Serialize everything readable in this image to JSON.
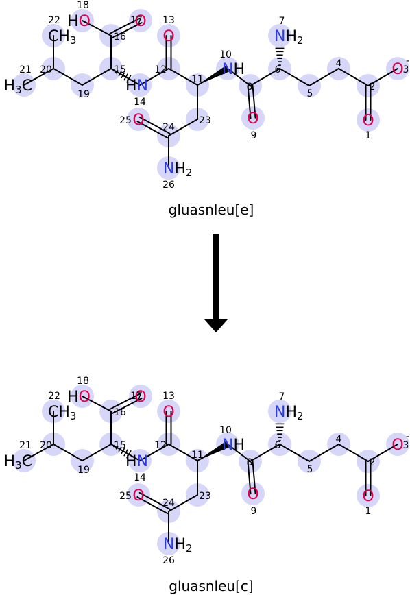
{
  "colors": {
    "highlight": "#d6d6f8",
    "oxygen": "#e0004e",
    "nitrogen": "#2a3bd8",
    "carbon": "#000000",
    "arrow": "#000000"
  },
  "panels": [
    {
      "caption": "gluasnleu[e]",
      "atoms": [
        {
          "num": "1",
          "label": "O"
        },
        {
          "num": "2",
          "label": ""
        },
        {
          "num": "3",
          "label": "O",
          "charge": "-"
        },
        {
          "num": "4",
          "label": ""
        },
        {
          "num": "5",
          "label": ""
        },
        {
          "num": "6",
          "label": ""
        },
        {
          "num": "7",
          "label": "NH",
          "sub": "2"
        },
        {
          "num": "8",
          "label": ""
        },
        {
          "num": "9",
          "label": "O"
        },
        {
          "num": "10",
          "label": "NH"
        },
        {
          "num": "11",
          "label": ""
        },
        {
          "num": "12",
          "label": ""
        },
        {
          "num": "13",
          "label": "O"
        },
        {
          "num": "14",
          "label": "HN"
        },
        {
          "num": "15",
          "label": ""
        },
        {
          "num": "16",
          "label": ""
        },
        {
          "num": "17",
          "label": "O"
        },
        {
          "num": "18",
          "label": "HO"
        },
        {
          "num": "19",
          "label": ""
        },
        {
          "num": "20",
          "label": ""
        },
        {
          "num": "21",
          "label": "H3C"
        },
        {
          "num": "22",
          "label": "CH3"
        },
        {
          "num": "23",
          "label": ""
        },
        {
          "num": "24",
          "label": ""
        },
        {
          "num": "25",
          "label": "O"
        },
        {
          "num": "26",
          "label": "NH",
          "sub": "2"
        }
      ]
    },
    {
      "caption": "gluasnleu[c]",
      "atoms": [
        {
          "num": "1",
          "label": "O"
        },
        {
          "num": "2",
          "label": ""
        },
        {
          "num": "3",
          "label": "O",
          "charge": "-"
        },
        {
          "num": "4",
          "label": ""
        },
        {
          "num": "5",
          "label": ""
        },
        {
          "num": "6",
          "label": ""
        },
        {
          "num": "7",
          "label": "NH",
          "sub": "2"
        },
        {
          "num": "8",
          "label": ""
        },
        {
          "num": "9",
          "label": "O"
        },
        {
          "num": "10",
          "label": "NH"
        },
        {
          "num": "11",
          "label": ""
        },
        {
          "num": "12",
          "label": ""
        },
        {
          "num": "13",
          "label": "O"
        },
        {
          "num": "14",
          "label": "HN"
        },
        {
          "num": "15",
          "label": ""
        },
        {
          "num": "16",
          "label": ""
        },
        {
          "num": "17",
          "label": "O"
        },
        {
          "num": "18",
          "label": "HO"
        },
        {
          "num": "19",
          "label": ""
        },
        {
          "num": "20",
          "label": ""
        },
        {
          "num": "21",
          "label": "H3C"
        },
        {
          "num": "22",
          "label": "CH3"
        },
        {
          "num": "23",
          "label": ""
        },
        {
          "num": "24",
          "label": ""
        },
        {
          "num": "25",
          "label": "O"
        },
        {
          "num": "26",
          "label": "NH",
          "sub": "2"
        }
      ]
    }
  ]
}
